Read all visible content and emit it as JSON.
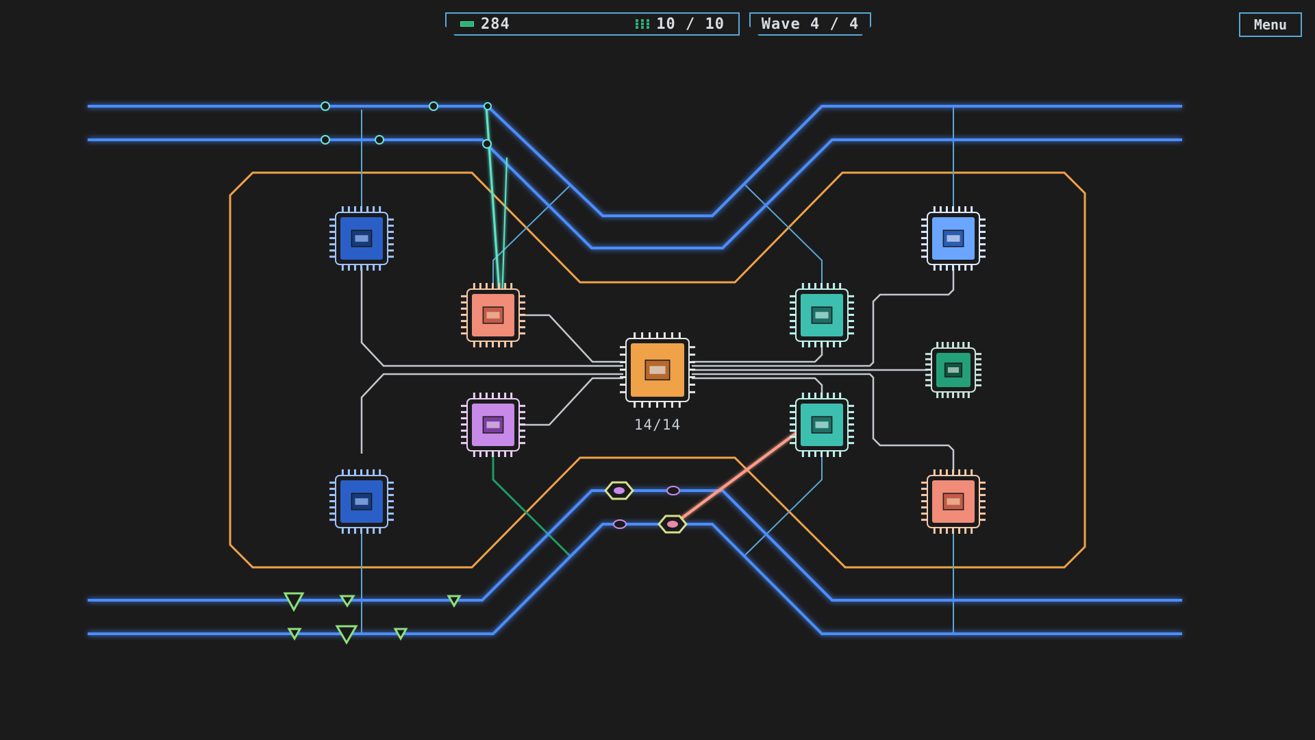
{
  "hud": {
    "credits": "284",
    "capacity": "10 / 10",
    "wave": "Wave 4 / 4"
  },
  "menu": {
    "label": "Menu"
  },
  "core": {
    "integrity": "14/14"
  },
  "colors": {
    "track": "#4c8dff",
    "zone": "#f0a248",
    "wire": "#c4c9cf",
    "accent": "#2fb07a",
    "background": "#1b1b1c"
  },
  "towers": [
    {
      "name": "tower-blue-top-left",
      "kind": "blue-square-icon"
    },
    {
      "name": "tower-blue-bottom-left",
      "kind": "blue-square-icon"
    },
    {
      "name": "tower-salmon-left",
      "kind": "salmon-laser-icon"
    },
    {
      "name": "tower-purple-left",
      "kind": "purple-x-icon"
    },
    {
      "name": "tower-teal-upper",
      "kind": "teal-battery-icon"
    },
    {
      "name": "tower-teal-lower",
      "kind": "teal-laser-icon"
    },
    {
      "name": "tower-blue-right",
      "kind": "blue-screen-icon"
    },
    {
      "name": "tower-green-right",
      "kind": "green-screen-icon"
    },
    {
      "name": "tower-salmon-right",
      "kind": "salmon-panel-icon"
    },
    {
      "name": "core-processor",
      "kind": "orange-core-icon"
    }
  ]
}
